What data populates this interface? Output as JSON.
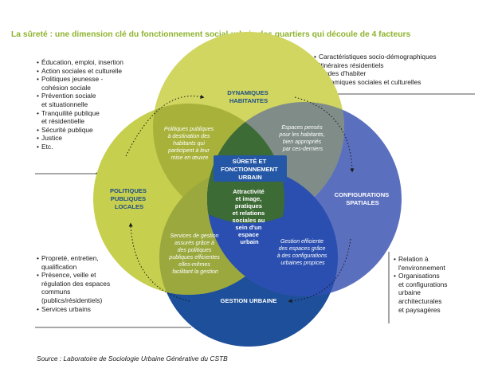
{
  "title": "La sûreté : une dimension clé du fonctionnement social-urbain des quartiers qui découle de 4 facteurs",
  "colors": {
    "title_green": "#8db32c",
    "circle_olive": "#c7cf4e",
    "circle_olive_light": "#d4da72",
    "circle_blue": "#5b6fbf",
    "circle_dark_blue": "#1d4f9a",
    "center_dark_green": "#2f5f3f",
    "center_badge": "#2457a6"
  },
  "lists": {
    "left_top": [
      "Éducation, emploi, insertion",
      "Action sociales et culturelle",
      "Politiques jeunesse -",
      "cohésion sociale",
      "Prévention sociale",
      "et situationnelle",
      "Tranquilité publique",
      "et résidentielle",
      "Sécurité publique",
      "Justice",
      "Etc."
    ],
    "right_top": [
      "Caractéristiques socio-démographiques",
      "Itinéraires résidentiels",
      "Modes d'habiter",
      "Dynamiques sociales et culturelles"
    ],
    "left_bottom": [
      "Propreté, entretien,",
      "qualification",
      "Présence, veille et",
      "régulation des espaces",
      "communs",
      "(publics/résidentiels)",
      "Services urbains"
    ],
    "right_bottom": [
      "Relation à",
      "l'environnement",
      "Organisations",
      "et configurations",
      "urbaine",
      "architecturales",
      "et paysagères"
    ]
  },
  "circles": {
    "top": [
      "DYNAMIQUES",
      "HABITANTES"
    ],
    "left": [
      "POLITIQUES",
      "PUBLIQUES",
      "LOCALES"
    ],
    "right": [
      "CONFIGURATIONS",
      "SPATIALES"
    ],
    "bottom": [
      "GESTION URBAINE"
    ]
  },
  "overlaps": {
    "top_left": [
      "Politiques publiques",
      "à destination des",
      "habitants qui",
      "participent à leur",
      "mise en œuvre"
    ],
    "top_right": [
      "Espaces pensés",
      "pour les habitants,",
      "bien appropriés",
      "par ces-derniers"
    ],
    "left_bottom": [
      "Services de gestion",
      "assurés grâce à",
      "des politiques",
      "publiques efficientes",
      "elles-mêmes",
      "facilitant la gestion"
    ],
    "right_bottom": [
      "Gestion efficiente",
      "des espaces grâce",
      "à des configurations",
      "urbaines propices"
    ]
  },
  "center": {
    "badge": [
      "SÛRETÉ ET",
      "FONCTIONNEMENT",
      "URBAIN"
    ],
    "body": [
      "Attractivité",
      "et image,",
      "pratiques",
      "et relations",
      "sociales au",
      "sein d'un",
      "espace",
      "urbain"
    ]
  },
  "source": "Source : Laboratoire de Sociologie Urbaine Générative du CSTB"
}
